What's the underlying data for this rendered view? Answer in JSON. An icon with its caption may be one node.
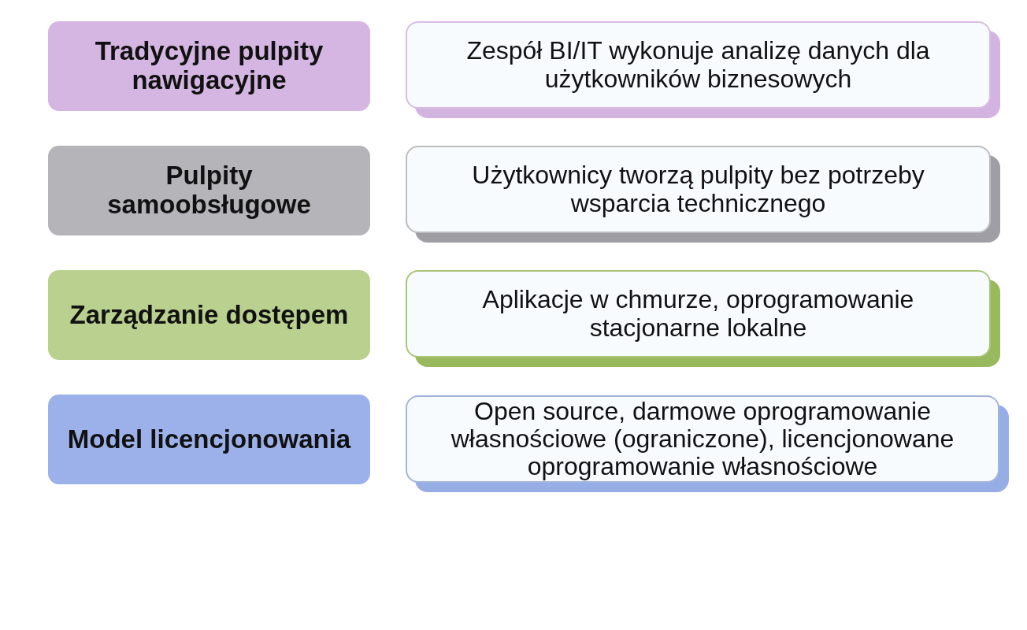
{
  "diagram": {
    "nodes": [
      {
        "text": [
          "Tradycyjne pulpity nawigacyjne"
        ]
      },
      {
        "text": [
          "Zespół BI/IT wykonuje analizę danych dla użytkowników biznesowych"
        ]
      },
      {
        "text": [
          "Pulpity samoobsługowe"
        ]
      },
      {
        "text": [
          "Użytkownicy tworzą pulpity bez potrzeby wsparcia technicznego"
        ]
      },
      {
        "text": [
          "Zarządzanie dostępem"
        ]
      },
      {
        "text": [
          "Aplikacje w chmurze, oprogramowanie stacjonarne lokalne"
        ]
      },
      {
        "text": [
          "Model licencjonowania"
        ]
      },
      {
        "text": [
          "Open source, darmowe oprogramowanie własnościowe (ograniczone), licencjonowane oprogramowanie własnościowe"
        ]
      }
    ]
  }
}
